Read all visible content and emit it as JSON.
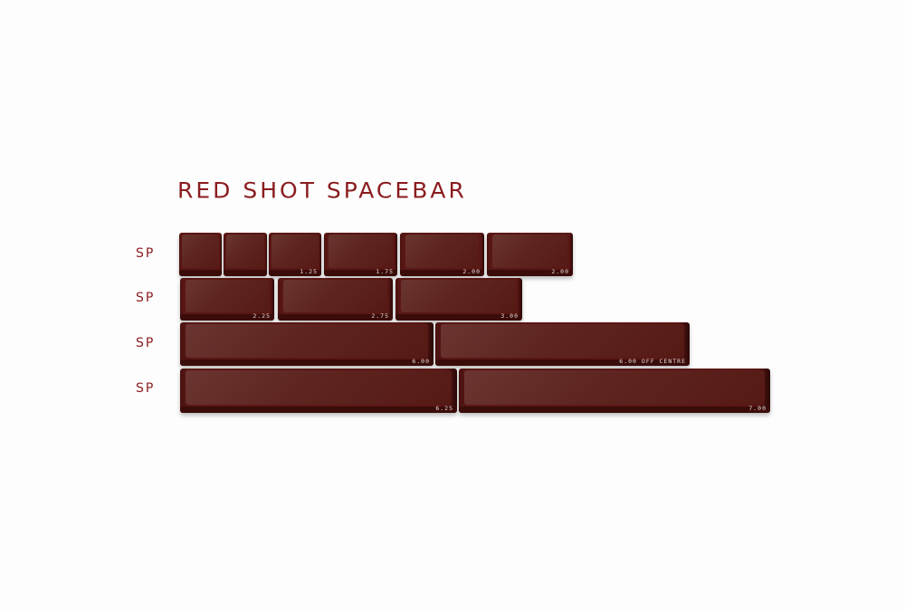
{
  "title": "RED SHOT SPACEBAR",
  "row_label": "SP",
  "colors": {
    "keycap": "#5a1714",
    "text": "#8a1c1f"
  },
  "rows": [
    {
      "label": "SP",
      "keys": [
        "",
        "",
        "1.25",
        "1.75",
        "2.00",
        "2.00"
      ]
    },
    {
      "label": "SP",
      "keys": [
        "2.25",
        "2.75",
        "3.00"
      ]
    },
    {
      "label": "SP",
      "keys": [
        "6.00",
        "6.00 OFF CENTRE"
      ]
    },
    {
      "label": "SP",
      "keys": [
        "6.25",
        "7.00"
      ]
    }
  ]
}
